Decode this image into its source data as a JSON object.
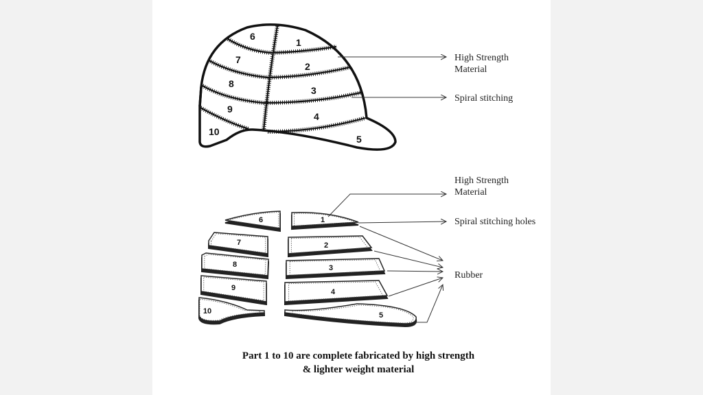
{
  "helmet": {
    "panel_numbers": [
      "1",
      "2",
      "3",
      "4",
      "5",
      "6",
      "7",
      "8",
      "9",
      "10"
    ],
    "label_material_line1": "High Strength",
    "label_material_line2": "Material",
    "label_stitching": "Spiral stitching"
  },
  "exploded": {
    "panel_numbers": [
      "1",
      "2",
      "3",
      "4",
      "5",
      "6",
      "7",
      "8",
      "9",
      "10"
    ],
    "label_material_line1": "High Strength",
    "label_material_line2": "Material",
    "label_holes": "Spiral stitching holes",
    "label_rubber": "Rubber"
  },
  "caption": {
    "line1": "Part 1 to 10 are complete fabricated by high strength",
    "line2": "& lighter weight material"
  }
}
